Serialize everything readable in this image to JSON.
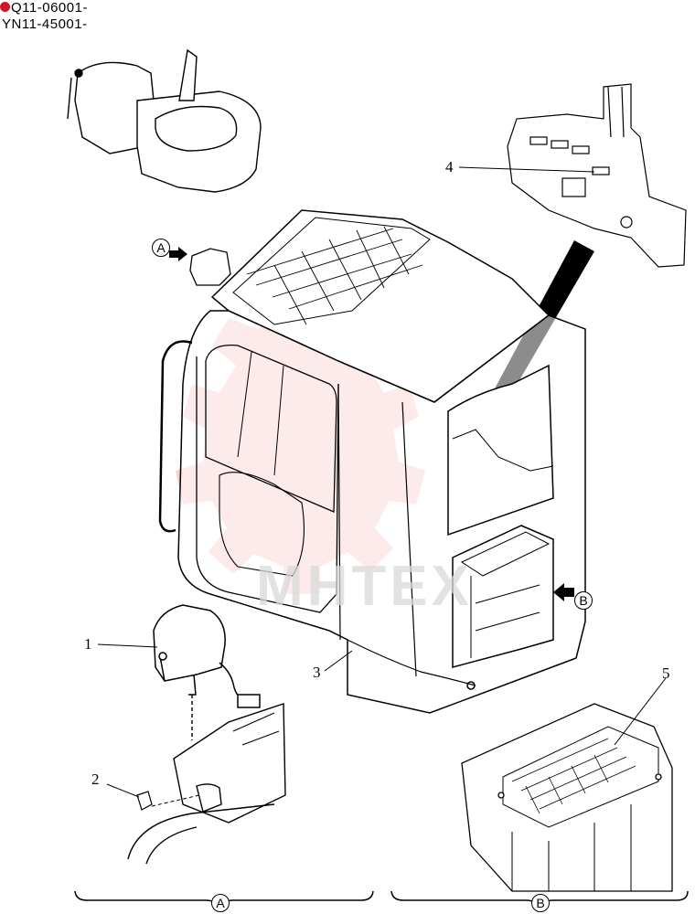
{
  "header": {
    "serial_1": "Q11-06001-",
    "serial_2": "YN11-45001-"
  },
  "callouts": {
    "item_1": "1",
    "item_2": "2",
    "item_3": "3",
    "item_4": "4",
    "item_5": "5"
  },
  "views": {
    "view_a": "A",
    "view_b": "B"
  },
  "watermark": {
    "text": "MHTEX",
    "color": "#e8333b"
  }
}
